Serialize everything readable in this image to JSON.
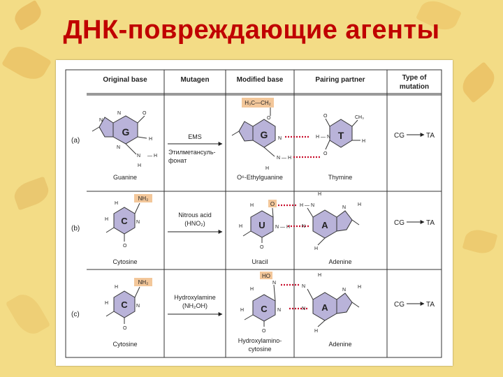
{
  "title": "ДНК-повреждающие агенты",
  "headers": [
    "Original base",
    "Mutagen",
    "Modified base",
    "Pairing partner",
    "Type of mutation"
  ],
  "rows": [
    {
      "label": "(a)",
      "original_base": {
        "letter": "G",
        "name": "Guanine"
      },
      "mutagen": "EMS",
      "mutagen_note": [
        "Этилметансуль-",
        "фонат"
      ],
      "modified_base": {
        "letter": "G",
        "name": "O⁶-Ethylguanine",
        "tag": "H₃C—CH₂"
      },
      "partner": {
        "letter": "T",
        "name": "Thymine",
        "extra": "CH₃"
      },
      "mutation_from": "CG",
      "mutation_to": "TA"
    },
    {
      "label": "(b)",
      "original_base": {
        "letter": "C",
        "name": "Cytosine",
        "tag": "NH₂"
      },
      "mutagen": "Nitrous acid",
      "mutagen_formula": "(HNO₂)",
      "modified_base": {
        "letter": "U",
        "name": "Uracil",
        "tag": "O"
      },
      "partner": {
        "letter": "A",
        "name": "Adenine"
      },
      "mutation_from": "CG",
      "mutation_to": "TA"
    },
    {
      "label": "(c)",
      "original_base": {
        "letter": "C",
        "name": "Cytosine",
        "tag": "NH₂"
      },
      "mutagen": "Hydroxylamine",
      "mutagen_formula": "(NH₂OH)",
      "modified_base": {
        "letter": "C",
        "name": [
          "Hydroxylamino-",
          "cytosine"
        ],
        "tag": "HO"
      },
      "partner": {
        "letter": "A",
        "name": "Adenine"
      },
      "mutation_from": "CG",
      "mutation_to": "TA"
    }
  ],
  "colors": {
    "title": "#c00000",
    "base_fill": "#b9b3d9",
    "tag_fill": "#f3c79a",
    "bond_dots": "#c8102e"
  }
}
